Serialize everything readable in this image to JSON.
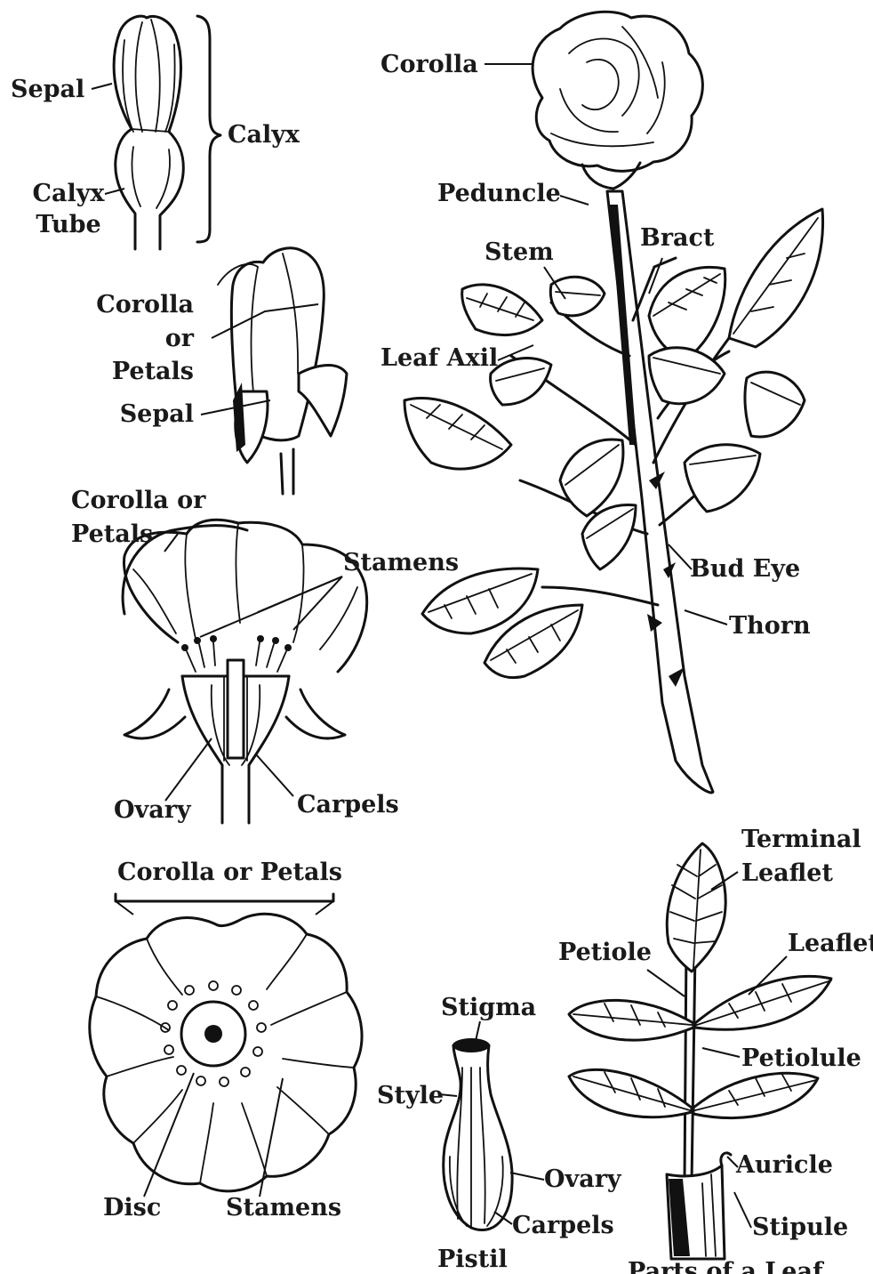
{
  "labels": {
    "calyx_sepal": "Sepal",
    "calyx": "Calyx",
    "calyx_tube_1": "Calyx",
    "calyx_tube_2": "Tube",
    "bud_corolla_1": "Corolla",
    "bud_corolla_2": "or",
    "bud_corolla_3": "Petals",
    "bud_sepal": "Sepal",
    "section_corolla_1": "Corolla or",
    "section_corolla_2": "Petals",
    "section_stamens": "Stamens",
    "section_ovary": "Ovary",
    "section_carpels": "Carpels",
    "top_corolla": "Corolla or Petals",
    "top_disc": "Disc",
    "top_stamens": "Stamens",
    "rose_corolla": "Corolla",
    "rose_peduncle": "Peduncle",
    "rose_bract": "Bract",
    "rose_stem": "Stem",
    "rose_leaf_axil": "Leaf Axil",
    "rose_bud_eye": "Bud Eye",
    "rose_thorn": "Thorn",
    "pistil_stigma": "Stigma",
    "pistil_style": "Style",
    "pistil_ovary": "Ovary",
    "pistil_carpels": "Carpels",
    "pistil_title": "Pistil",
    "leaf_terminal_1": "Terminal",
    "leaf_terminal_2": "Leaflet",
    "leaf_leaflet": "Leaflet",
    "leaf_petiole": "Petiole",
    "leaf_petiolule": "Petiolule",
    "leaf_auricle": "Auricle",
    "leaf_stipule": "Stipule",
    "leaf_title": "Parts of a Leaf"
  }
}
